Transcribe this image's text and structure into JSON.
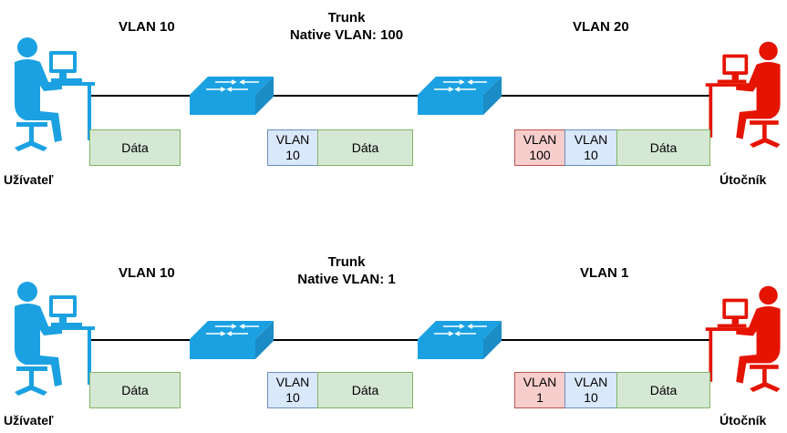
{
  "colors": {
    "user": "#1ba1e2",
    "attacker": "#e51400",
    "switch": "#1ba1e2",
    "data_fill": "#d5e8d4",
    "vlan_blue_fill": "#dae8fc",
    "vlan_red_fill": "#f8cecc"
  },
  "scenarios": [
    {
      "left_vlan": "VLAN 10",
      "trunk_title": "Trunk",
      "trunk_native": "Native VLAN: 100",
      "right_vlan": "VLAN 20",
      "user_label": "Užívateľ",
      "attacker_label": "Útočník",
      "frame_left": {
        "data": "Dáta"
      },
      "frame_middle": {
        "tag_top": "VLAN",
        "tag_bottom": "10",
        "data": "Dáta"
      },
      "frame_right": {
        "outer_tag_top": "VLAN",
        "outer_tag_bottom": "100",
        "inner_tag_top": "VLAN",
        "inner_tag_bottom": "10",
        "data": "Dáta"
      }
    },
    {
      "left_vlan": "VLAN 10",
      "trunk_title": "Trunk",
      "trunk_native": "Native VLAN: 1",
      "right_vlan": "VLAN 1",
      "user_label": "Užívateľ",
      "attacker_label": "Útočník",
      "frame_left": {
        "data": "Dáta"
      },
      "frame_middle": {
        "tag_top": "VLAN",
        "tag_bottom": "10",
        "data": "Dáta"
      },
      "frame_right": {
        "outer_tag_top": "VLAN",
        "outer_tag_bottom": "1",
        "inner_tag_top": "VLAN",
        "inner_tag_bottom": "10",
        "data": "Dáta"
      }
    }
  ],
  "icons": [
    "user-workstation-icon",
    "attacker-workstation-icon",
    "switch-icon"
  ]
}
